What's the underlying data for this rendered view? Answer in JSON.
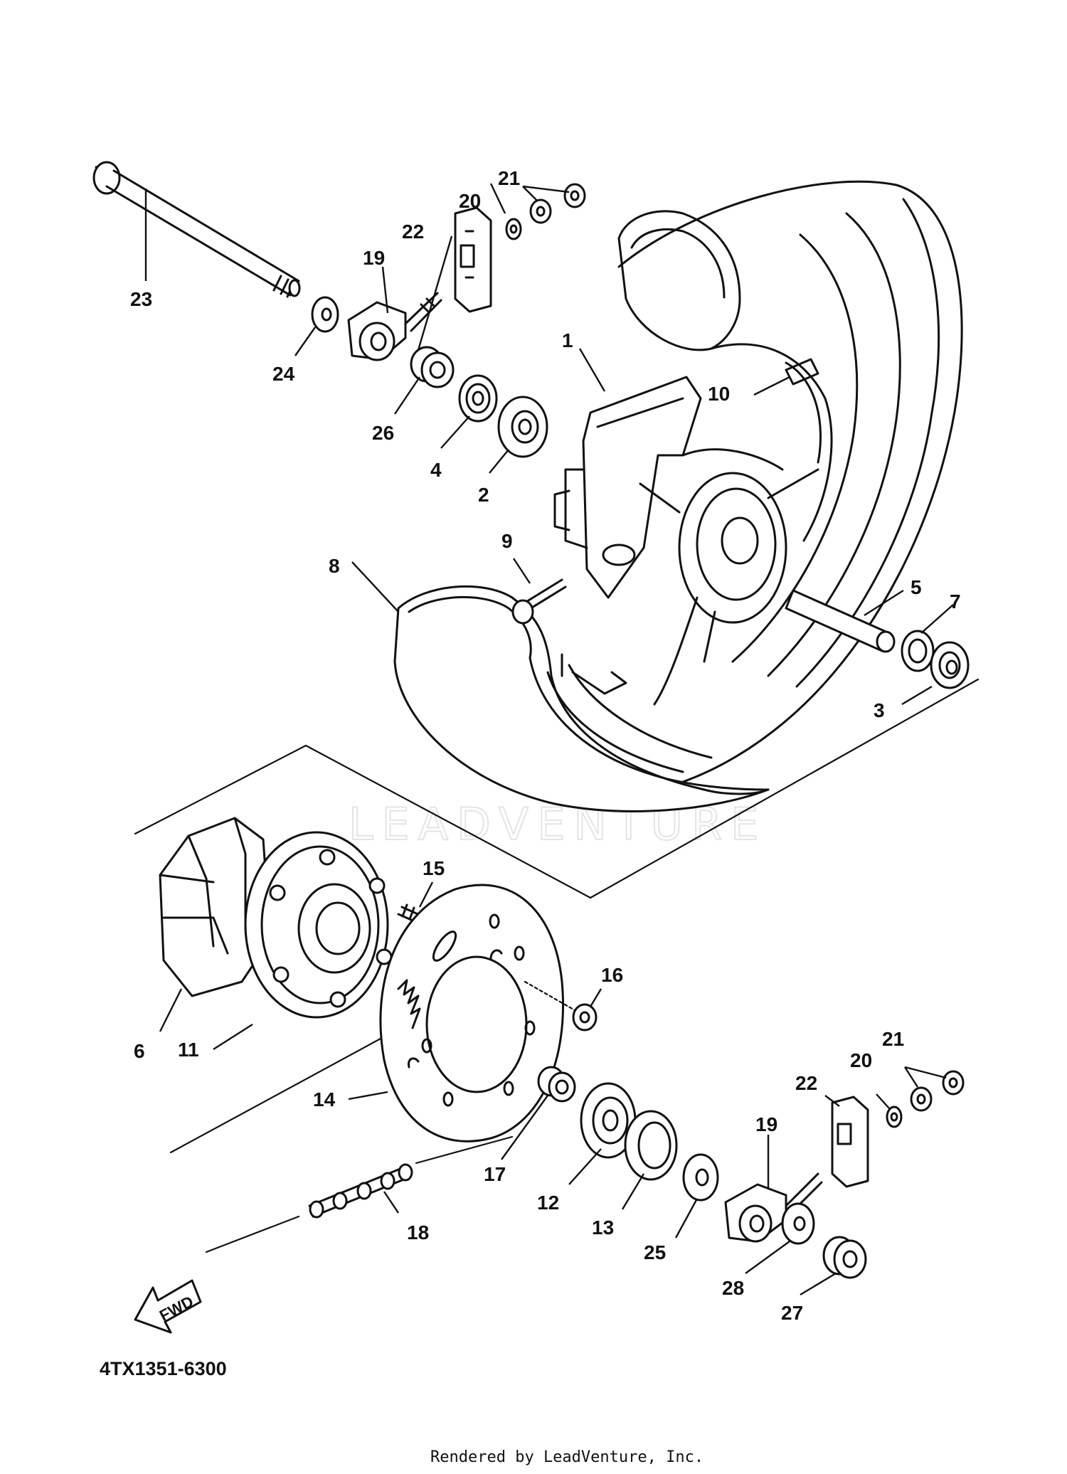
{
  "diagram": {
    "code": "4TX1351-6300",
    "credit": "Rendered by LeadVenture, Inc.",
    "watermark": "LEADVENTURE",
    "fwd_label": "FWD",
    "callouts": {
      "c1": "1",
      "c2": "2",
      "c3": "3",
      "c4": "4",
      "c5": "5",
      "c6": "6",
      "c7": "7",
      "c8": "8",
      "c9": "9",
      "c10": "10",
      "c11": "11",
      "c12": "12",
      "c13": "13",
      "c14": "14",
      "c15": "15",
      "c16": "16",
      "c17": "17",
      "c18": "18",
      "c19a": "19",
      "c19b": "19",
      "c20a": "20",
      "c20b": "20",
      "c21a": "21",
      "c21b": "21",
      "c22a": "22",
      "c22b": "22",
      "c23": "23",
      "c24": "24",
      "c25": "25",
      "c26": "26",
      "c27": "27",
      "c28": "28"
    }
  }
}
